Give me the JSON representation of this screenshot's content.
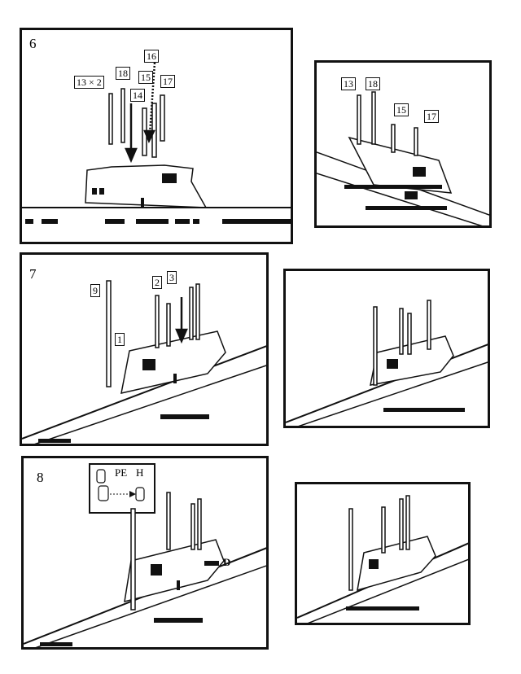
{
  "steps": [
    {
      "number": "6",
      "labels": [
        "13 × 2",
        "18",
        "15",
        "16",
        "14",
        "17"
      ]
    },
    {
      "number": "7",
      "labels": [
        "9",
        "2",
        "3",
        "1"
      ]
    },
    {
      "number": "8",
      "labels": [
        "PE",
        "H",
        "D"
      ]
    }
  ],
  "detail_callout": {
    "labels": [
      "13",
      "18",
      "15",
      "17"
    ]
  }
}
